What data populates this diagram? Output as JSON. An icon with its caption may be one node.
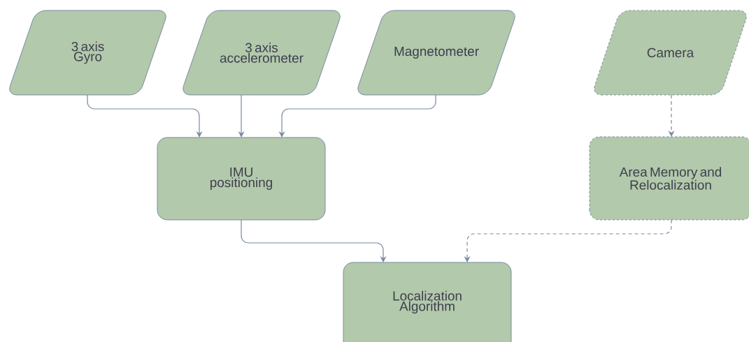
{
  "diagram": {
    "nodes": [
      {
        "text": [
          "3 axis Gyro"
        ]
      },
      {
        "text": [
          "3 axis accelerometer"
        ]
      },
      {
        "text": [
          "Magnetometer"
        ]
      },
      {
        "text": [
          "Camera"
        ]
      },
      {
        "text": [
          "IMU positioning"
        ]
      },
      {
        "text": [
          "Area Memory and Relocalization"
        ]
      },
      {
        "text": [
          "Localization Algorithm"
        ]
      }
    ],
    "edges": [
      {
        "from": 0,
        "to": 4,
        "arrow": "to"
      },
      {
        "from": 1,
        "to": 4,
        "arrow": "to"
      },
      {
        "from": 2,
        "to": 4,
        "arrow": "to"
      },
      {
        "from": 3,
        "to": 5,
        "arrow": "to",
        "style": "dashed"
      },
      {
        "from": 4,
        "to": 6,
        "arrow": "to"
      },
      {
        "from": 5,
        "to": 6,
        "arrow": "to",
        "style": "dashed"
      }
    ]
  }
}
